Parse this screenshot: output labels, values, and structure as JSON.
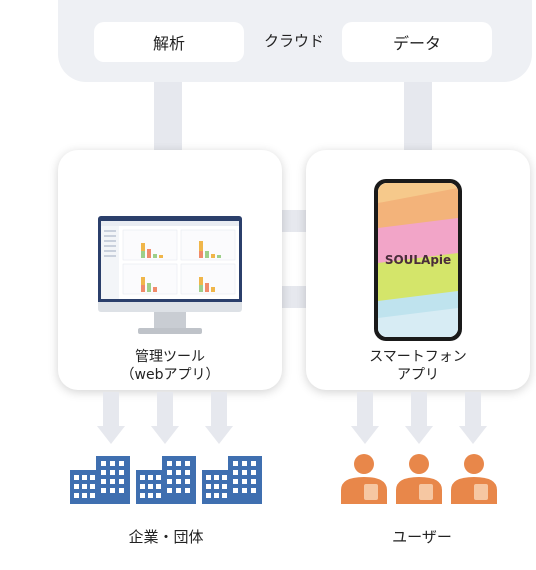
{
  "cloud": {
    "label": "クラウド",
    "left_box": "解析",
    "right_box": "データ"
  },
  "admin_tool": {
    "line1": "管理ツール",
    "line2": "（webアプリ）"
  },
  "smartphone_app": {
    "line1": "スマートフォン",
    "line2": "アプリ",
    "app_logo": "SOULApie"
  },
  "bottom": {
    "left_label": "企業・団体",
    "right_label": "ユーザー"
  },
  "colors": {
    "building": "#3f6fb0",
    "person": "#e8874a",
    "arrow": "#e6e8ee",
    "cloud_bg": "#eef0f4"
  },
  "icons": {
    "building": "building-icon",
    "person": "person-icon"
  }
}
